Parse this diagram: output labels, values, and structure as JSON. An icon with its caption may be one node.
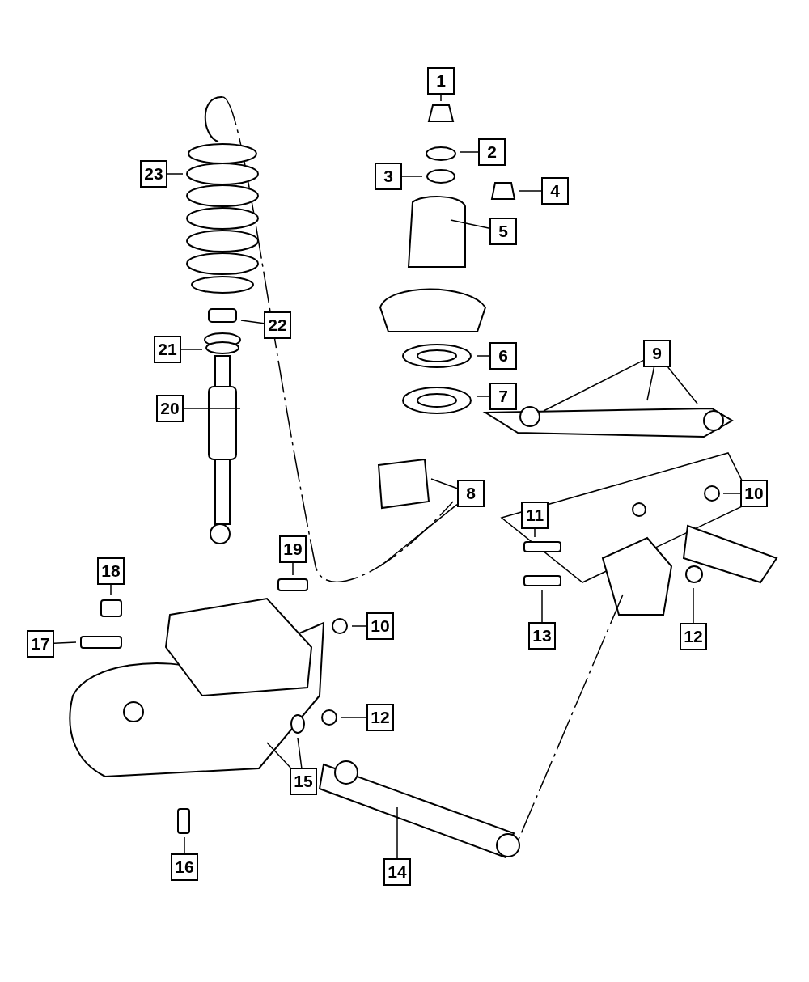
{
  "diagram": {
    "nodes": [
      {
        "text": [
          "1"
        ]
      },
      {
        "text": [
          "2"
        ]
      },
      {
        "text": [
          "23"
        ]
      },
      {
        "text": [
          "3"
        ]
      },
      {
        "text": [
          "4"
        ]
      },
      {
        "text": [
          "5"
        ]
      },
      {
        "text": [
          "22"
        ]
      },
      {
        "text": [
          "21"
        ]
      },
      {
        "text": [
          "9"
        ]
      },
      {
        "text": [
          "6"
        ]
      },
      {
        "text": [
          "7"
        ]
      },
      {
        "text": [
          "20"
        ]
      },
      {
        "text": [
          "8"
        ]
      },
      {
        "text": [
          "10"
        ]
      },
      {
        "text": [
          "11"
        ]
      },
      {
        "text": [
          "19"
        ]
      },
      {
        "text": [
          "18"
        ]
      },
      {
        "text": [
          "10"
        ]
      },
      {
        "text": [
          "13"
        ]
      },
      {
        "text": [
          "12"
        ]
      },
      {
        "text": [
          "17"
        ]
      },
      {
        "text": [
          "12"
        ]
      },
      {
        "text": [
          "15"
        ]
      },
      {
        "text": [
          "16"
        ]
      },
      {
        "text": [
          "14"
        ]
      }
    ],
    "edges": [
      {
        "from": 0,
        "to": null,
        "arrow": "none"
      },
      {
        "from": 1,
        "to": null,
        "arrow": "none"
      },
      {
        "from": 2,
        "to": null,
        "arrow": "none"
      },
      {
        "from": 3,
        "to": null,
        "arrow": "none"
      },
      {
        "from": 4,
        "to": null,
        "arrow": "none"
      },
      {
        "from": 5,
        "to": null,
        "arrow": "none"
      },
      {
        "from": 6,
        "to": null,
        "arrow": "none"
      },
      {
        "from": 7,
        "to": null,
        "arrow": "none"
      },
      {
        "from": 8,
        "to": null,
        "arrow": "none"
      },
      {
        "from": 8,
        "to": null,
        "arrow": "none"
      },
      {
        "from": 8,
        "to": null,
        "arrow": "none"
      },
      {
        "from": 9,
        "to": null,
        "arrow": "none"
      },
      {
        "from": 10,
        "to": null,
        "arrow": "none"
      },
      {
        "from": 11,
        "to": null,
        "arrow": "none"
      },
      {
        "from": 12,
        "to": null,
        "arrow": "none"
      },
      {
        "from": 12,
        "to": null,
        "arrow": "none"
      },
      {
        "from": 13,
        "to": null,
        "arrow": "none"
      },
      {
        "from": 14,
        "to": null,
        "arrow": "none"
      },
      {
        "from": 15,
        "to": null,
        "arrow": "none"
      },
      {
        "from": 16,
        "to": null,
        "arrow": "none"
      },
      {
        "from": 17,
        "to": null,
        "arrow": "none"
      },
      {
        "from": 18,
        "to": null,
        "arrow": "none"
      },
      {
        "from": 19,
        "to": null,
        "arrow": "none"
      },
      {
        "from": 20,
        "to": null,
        "arrow": "none"
      },
      {
        "from": 21,
        "to": null,
        "arrow": "none"
      },
      {
        "from": 22,
        "to": null,
        "arrow": "none"
      },
      {
        "from": 22,
        "to": null,
        "arrow": "none"
      },
      {
        "from": 23,
        "to": null,
        "arrow": "none"
      },
      {
        "from": 24,
        "to": null,
        "arrow": "none"
      }
    ]
  }
}
